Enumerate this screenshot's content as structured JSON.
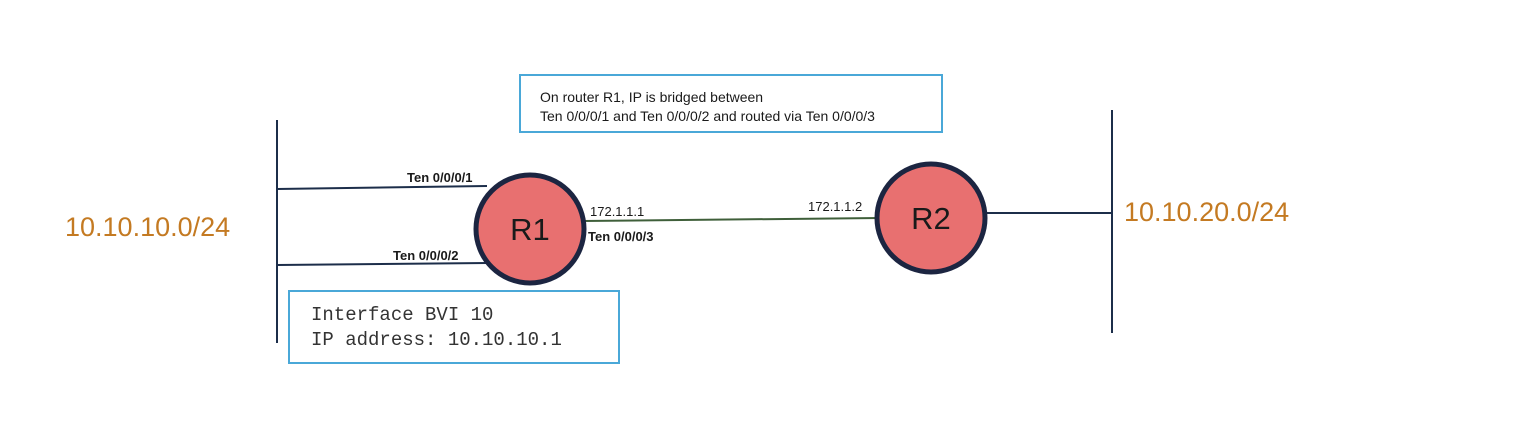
{
  "networks": {
    "left": "10.10.10.0/24",
    "right": "10.10.20.0/24"
  },
  "routers": {
    "r1": "R1",
    "r2": "R2"
  },
  "interfaces": {
    "ten1": "Ten 0/0/0/1",
    "ten2": "Ten 0/0/0/2",
    "ten3": "Ten 0/0/0/3"
  },
  "link": {
    "r1_ip": "172.1.1.1",
    "r2_ip": "172.1.1.2"
  },
  "note": {
    "line1": "On router R1, IP is bridged between",
    "line2": "Ten 0/0/0/1 and Ten 0/0/0/2 and routed via Ten 0/0/0/3"
  },
  "bvi": {
    "line1": "Interface BVI 10",
    "line2": "IP address: 10.10.10.1"
  },
  "colors": {
    "network_label": "#c47a22",
    "router_fill": "#e87070",
    "router_stroke": "#1c2541",
    "line": "#1c2e4a",
    "link_line": "#3f5f3a",
    "box_border": "#4aa8d8"
  }
}
